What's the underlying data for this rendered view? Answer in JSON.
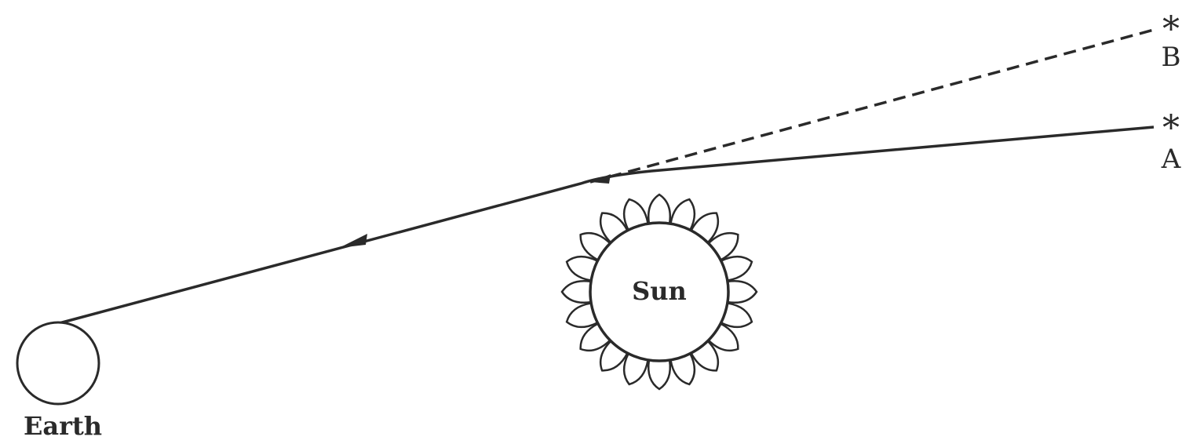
{
  "labels": {
    "earth": "Earth",
    "sun": "Sun",
    "star_a": "A",
    "star_b": "B"
  },
  "colors": {
    "ink": "#2a2a2a",
    "background": "#ffffff"
  },
  "icons": {
    "star_glyph": "*"
  }
}
